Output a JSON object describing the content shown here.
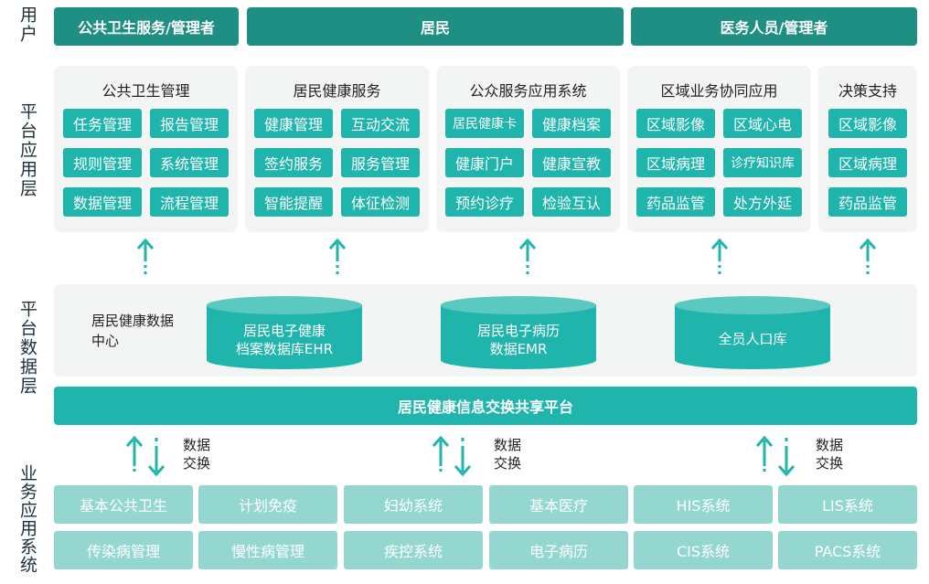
{
  "layers": {
    "user": "用户",
    "app": "平台应用层",
    "data": "平台数据层",
    "biz": "业务应用系统"
  },
  "users": [
    "公共卫生服务/管理者",
    "居民",
    "医务人员/管理者"
  ],
  "panels": [
    {
      "title": "公共卫生管理",
      "tiles": [
        "任务管理",
        "报告管理",
        "规则管理",
        "系统管理",
        "数据管理",
        "流程管理"
      ]
    },
    {
      "title": "居民健康服务",
      "tiles": [
        "健康管理",
        "互动交流",
        "签约服务",
        "服务管理",
        "智能提醒",
        "体征检测"
      ]
    },
    {
      "title": "公众服务应用系统",
      "tiles": [
        "居民健康卡",
        "健康档案",
        "健康门户",
        "健康宣教",
        "预约诊疗",
        "检验互认"
      ]
    },
    {
      "title": "区域业务协同应用",
      "tiles": [
        "区域影像",
        "区域心电",
        "区域病理",
        "诊疗知识库",
        "药品监管",
        "处方外延"
      ]
    },
    {
      "title": "决策支持",
      "tiles": [
        "区域影像",
        "区域病理",
        "药品监管"
      ]
    }
  ],
  "data_center": {
    "label": "居民健康数据中心",
    "dbs": [
      {
        "line1": "居民电子健康",
        "line2": "档案数据库EHR"
      },
      {
        "line1": "居民电子病历",
        "line2": "数据EMR"
      },
      {
        "line1": "全员人口库",
        "line2": ""
      }
    ]
  },
  "platform": "居民健康信息交换共享平台",
  "exchange": {
    "line1": "数据",
    "line2": "交换"
  },
  "biz_systems": [
    [
      "基本公共卫生",
      "计划免疫",
      "妇幼系统",
      "基本医疗",
      "HIS系统",
      "LIS系统"
    ],
    [
      "传染病管理",
      "慢性病管理",
      "疾控系统",
      "电子病历",
      "CIS系统",
      "PACS系统"
    ]
  ],
  "colors": {
    "dark": "#1e8f82",
    "teal": "#1fb5ac",
    "light": "#94d7d0",
    "panel": "#f3f4f4"
  }
}
